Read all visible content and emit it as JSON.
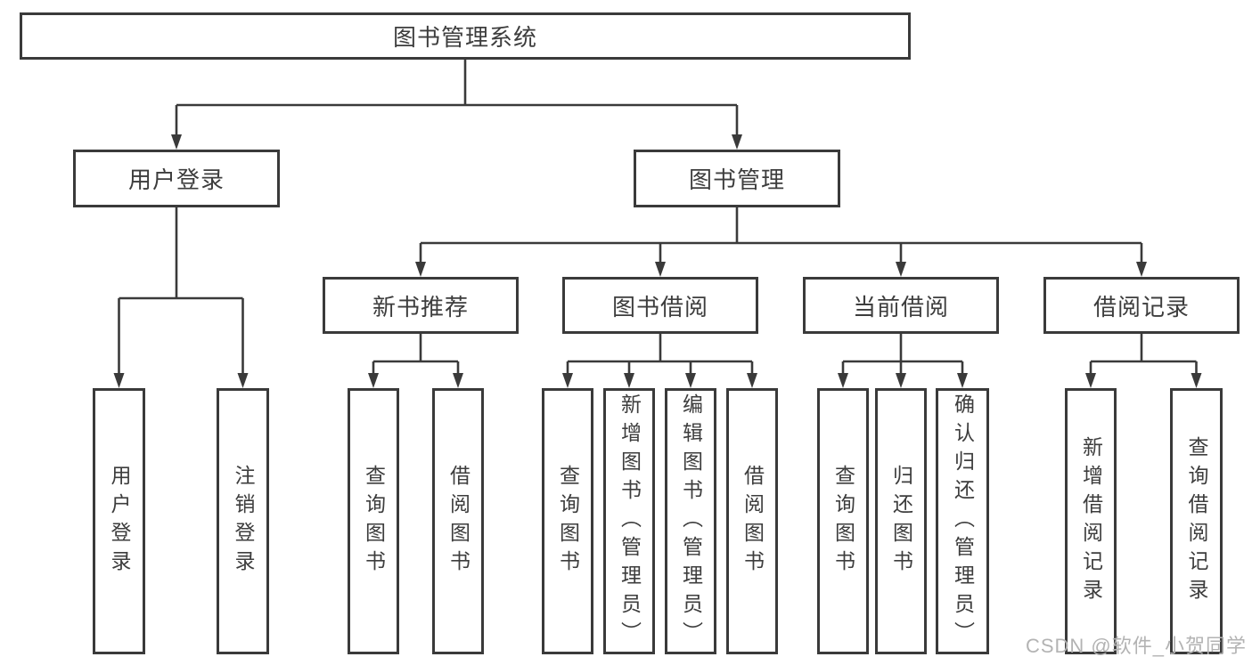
{
  "diagram": {
    "root": {
      "label": "图书管理系统"
    },
    "branches": [
      {
        "label": "用户登录",
        "leaves": [
          "用户登录",
          "注销登录"
        ]
      },
      {
        "label": "图书管理",
        "groups": [
          {
            "label": "新书推荐",
            "leaves": [
              "查询图书",
              "借阅图书"
            ]
          },
          {
            "label": "图书借阅",
            "leaves": [
              "查询图书",
              "新增图书（管理员）",
              "编辑图书（管理员）",
              "借阅图书"
            ]
          },
          {
            "label": "当前借阅",
            "leaves": [
              "查询图书",
              "归还图书",
              "确认归还（管理员）"
            ]
          },
          {
            "label": "借阅记录",
            "leaves": [
              "新增借阅记录",
              "查询借阅记录"
            ]
          }
        ]
      }
    ]
  },
  "watermark": {
    "text": "CSDN @软件_小贺同学"
  },
  "colors": {
    "line": "#3a3a3a",
    "border": "#3a3a3a",
    "text": "#3d3d3d",
    "watermark": "#b3b3b3",
    "background": "#ffffff"
  }
}
